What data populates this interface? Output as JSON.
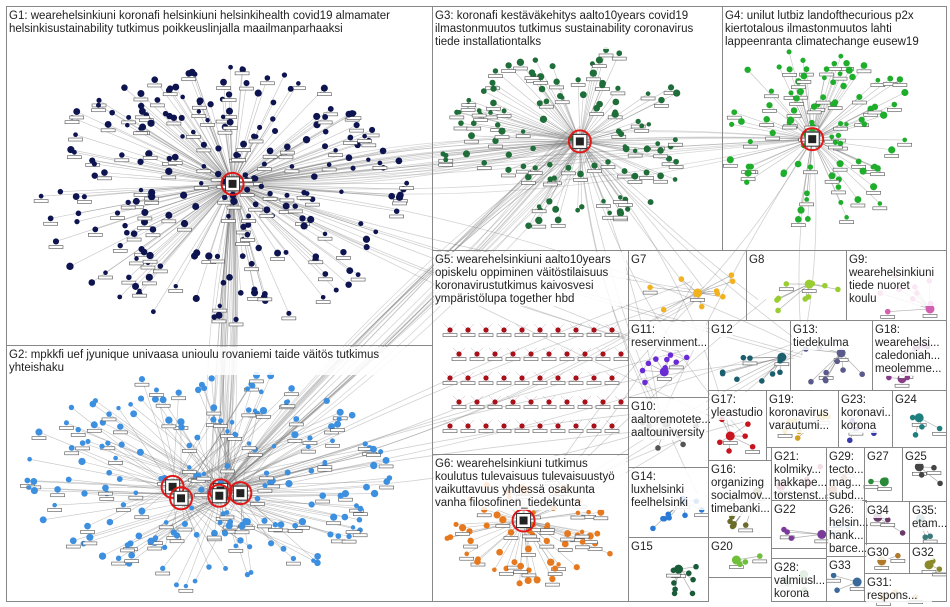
{
  "graph": {
    "background": "#ffffff",
    "edge_color": "#7a7a7a",
    "groups": [
      {
        "id": "G1",
        "color": "#0d1450",
        "lines": [
          "G1: wearehelsinkiuni koronafi helsinkiuni helsinkihealth covid19 almamater",
          "helsinkisustainability tutkimus poikkeuslinjalla maailmanparhaaksi"
        ]
      },
      {
        "id": "G2",
        "color": "#3d8fe0",
        "lines": [
          "G2: mpkkfi uef jyunique univaasa unioulu rovaniemi taide väitös tutkimus",
          "yhteishaku"
        ]
      },
      {
        "id": "G3",
        "color": "#1f6e3a",
        "lines": [
          "G3: koronafi kestäväkehitys aalto10years covid19",
          "ilmastonmuutos tutkimus sustainability coronavirus",
          "tiede installationtalks"
        ]
      },
      {
        "id": "G4",
        "color": "#1fae2c",
        "lines": [
          "G4: unilut lutbiz landofthecurious p2x",
          "kiertotalous ilmastonmuutos lahti",
          "lappeenranta climatechange eusew19"
        ]
      },
      {
        "id": "G5",
        "color": "#a8101a",
        "lines": [
          "G5: wearehelsinkiuni aalto10years",
          "opiskelu oppiminen väitöstilaisuus",
          "koronavirustutkimus kaivosvesi",
          "ympäristölupa together hbd"
        ]
      },
      {
        "id": "G6",
        "color": "#e6781e",
        "lines": [
          "G6: wearehelsinkiuni tutkimus",
          "koulutus tulevaisuus tulevaisuustyö",
          "vaikuttavuus yhdessä osakunta",
          "vanha filosofinen_tiedekunta"
        ]
      },
      {
        "id": "G7",
        "color": "#f2b21f",
        "lines": [
          "G7"
        ]
      },
      {
        "id": "G8",
        "color": "#9acd32",
        "lines": [
          "G8"
        ]
      },
      {
        "id": "G9",
        "color": "#d45fb0",
        "lines": [
          "G9:",
          "wearehelsinkiuni",
          "tiede nuoret",
          "koulu"
        ]
      },
      {
        "id": "G10",
        "color": "#555555",
        "lines": [
          "G10:",
          "aaltoremotete...",
          "aaltouniversity"
        ]
      },
      {
        "id": "G11",
        "color": "#6a2bd6",
        "lines": [
          "G11:",
          "reservinment..."
        ]
      },
      {
        "id": "G12",
        "color": "#1b5e6e",
        "lines": [
          "G12"
        ]
      },
      {
        "id": "G13",
        "color": "#5a5a8c",
        "lines": [
          "G13:",
          "tiedekulma"
        ]
      },
      {
        "id": "G14",
        "color": "#2a7ad6",
        "lines": [
          "G14:",
          "luxhelsinki",
          "feelhelsinki"
        ]
      },
      {
        "id": "G15",
        "color": "#1a5c3a",
        "lines": [
          "G15"
        ]
      },
      {
        "id": "G16",
        "color": "#6b6b2a",
        "lines": [
          "G16:",
          "organizing",
          "socialmov...",
          "timebanki..."
        ]
      },
      {
        "id": "G17",
        "color": "#c8141e",
        "lines": [
          "G17:",
          "yleastudio"
        ]
      },
      {
        "id": "G18",
        "color": "#8a3d8a",
        "lines": [
          "G18:",
          "wearehelsi...",
          "caledoniah...",
          "meolemme..."
        ]
      },
      {
        "id": "G19",
        "color": "#d2a020",
        "lines": [
          "G19:",
          "koronavirus",
          "varautumi..."
        ]
      },
      {
        "id": "G20",
        "color": "#6fbf3a",
        "lines": [
          "G20"
        ]
      },
      {
        "id": "G21",
        "color": "#b0265c",
        "lines": [
          "G21:",
          "kolmiky...",
          "hakkape...",
          "torstenst..."
        ]
      },
      {
        "id": "G22",
        "color": "#7a3a9a",
        "lines": [
          "G22"
        ]
      },
      {
        "id": "G23",
        "color": "#3a3aaa",
        "lines": [
          "G23:",
          "koronavi...",
          "korona"
        ]
      },
      {
        "id": "G24",
        "color": "#1f7f7f",
        "lines": [
          "G24"
        ]
      },
      {
        "id": "G25",
        "color": "#444444",
        "lines": [
          "G25"
        ]
      },
      {
        "id": "G26",
        "color": "#5aa0d8",
        "lines": [
          "G26:",
          "helsin...",
          "hank...",
          "barce..."
        ]
      },
      {
        "id": "G27",
        "color": "#2a8a3a",
        "lines": [
          "G27"
        ]
      },
      {
        "id": "G28",
        "color": "#4a9a4a",
        "lines": [
          "G28:",
          "valmiusl...",
          "korona"
        ]
      },
      {
        "id": "G29",
        "color": "#9a4a1a",
        "lines": [
          "G29:",
          "tecto...",
          "mag...",
          "subd..."
        ]
      },
      {
        "id": "G30",
        "color": "#b07a2a",
        "lines": [
          "G30"
        ]
      },
      {
        "id": "G31",
        "color": "#d08a3a",
        "lines": [
          "G31:",
          "respons..."
        ]
      },
      {
        "id": "G32",
        "color": "#8a8a2a",
        "lines": [
          "G32"
        ]
      },
      {
        "id": "G33",
        "color": "#3a6a9a",
        "lines": [
          "G33"
        ]
      },
      {
        "id": "G34",
        "color": "#6a3a6a",
        "lines": [
          "G34"
        ]
      },
      {
        "id": "G35",
        "color": "#3a7a7a",
        "lines": [
          "G35:",
          "etam..."
        ]
      }
    ]
  }
}
